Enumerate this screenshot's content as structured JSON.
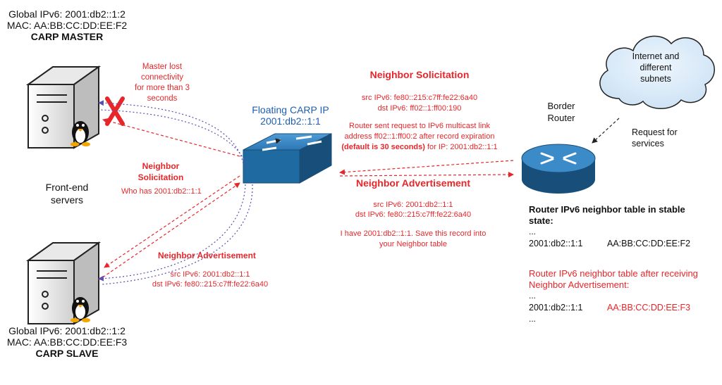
{
  "master": {
    "ipv6": "Global IPv6: 2001:db2::1:2",
    "mac": "MAC: AA:BB:CC:DD:EE:F2",
    "role": "CARP MASTER",
    "lost_note": [
      "Master lost",
      "connectivity",
      "for more than 3",
      "seconds"
    ]
  },
  "slave": {
    "ipv6": "Global IPv6: 2001:db2::1:2",
    "mac": "MAC: AA:BB:CC:DD:EE:F3",
    "role": "CARP SLAVE"
  },
  "frontend_label": [
    "Front-end",
    "servers"
  ],
  "floating": {
    "title": "Floating CARP IP",
    "ip": "2001:db2::1:1"
  },
  "left_solicitation": {
    "title": [
      "Neighbor",
      "Solicitation"
    ],
    "who": "Who has 2001:db2::1:1"
  },
  "left_advertisement": {
    "title": "Neighbor Advertisement",
    "src": "src IPv6: 2001:db2::1:1",
    "dst": "dst IPv6: fe80::215:c7ff:fe22:6a40"
  },
  "right_solicitation": {
    "title": "Neighbor Solicitation",
    "src": "src IPv6: fe80::215:c7ff:fe22:6a40",
    "dst": "dst IPv6: ff02::1:ff00:190",
    "desc1": "Router sent request to IPv6 multicast link",
    "desc2": "address ff02::1:ff00:2 after record expiration",
    "desc3_bold": "(default is 30 seconds)",
    "desc3_rest": " for IP: 2001:db2::1:1"
  },
  "right_advertisement": {
    "title": "Neighbor Advertisement",
    "src": "src IPv6: 2001:db2::1:1",
    "dst": "dst IPv6: fe80::215:c7ff:fe22:6a40",
    "desc1": "I have 2001:db2::1:1. Save this record into",
    "desc2": "your Neighbor table"
  },
  "cloud": {
    "lines": [
      "Internet and",
      "different",
      "subnets"
    ]
  },
  "request": [
    "Request for",
    "services"
  ],
  "border_router": [
    "Border",
    "Router"
  ],
  "table_stable": {
    "title1": "Router IPv6 neighbor table in stable",
    "title2": "state:",
    "dots1": "...",
    "ip": "2001:db2::1:1",
    "mac": "AA:BB:CC:DD:EE:F2"
  },
  "table_after": {
    "title1": "Router IPv6 neighbor table after receiving",
    "title2": "Neighbor Advertisement:",
    "dots1": "...",
    "ip": "2001:db2::1:1",
    "mac": "AA:BB:CC:DD:EE:F3",
    "dots2": "..."
  },
  "colors": {
    "red": "#e8262a",
    "blue": "#1d5fb4",
    "switch": "#1f6aa0",
    "router": "#1f6aa0",
    "cloud": "#d6e9f8"
  }
}
